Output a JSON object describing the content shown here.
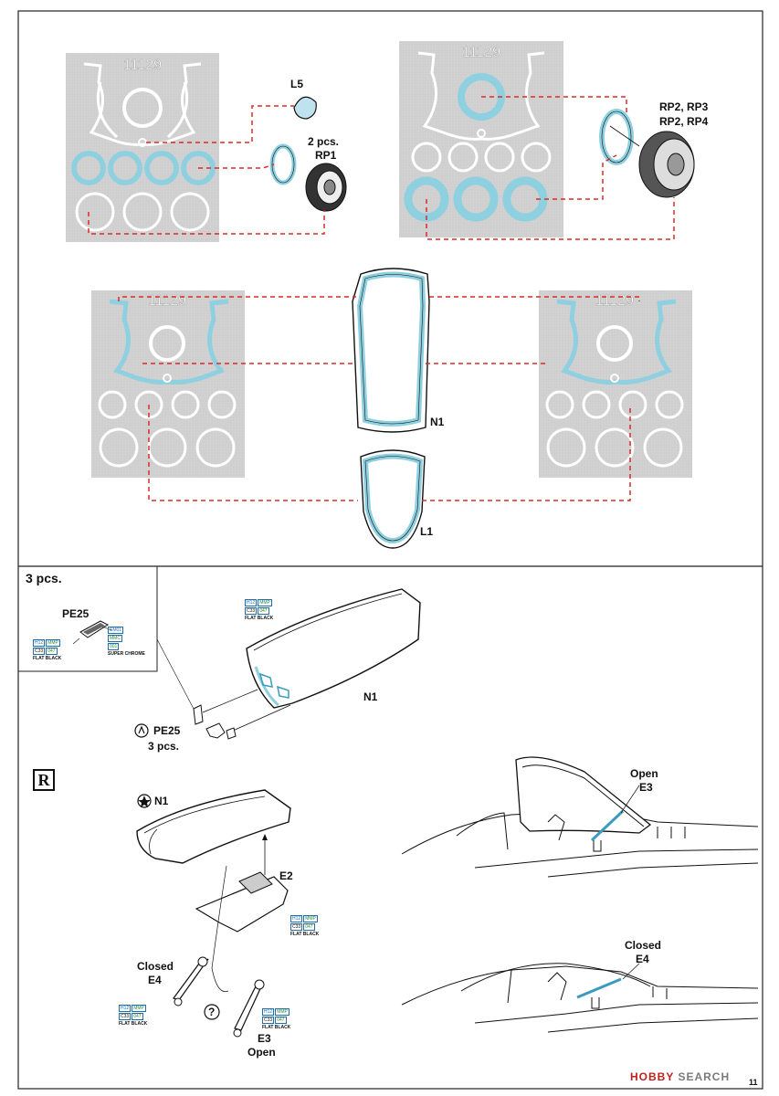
{
  "masks": {
    "sheet_number": "11129"
  },
  "labels": {
    "l5": "L5",
    "rp1_qty": "2 pcs.",
    "rp1": "RP1",
    "rp2_rp3": "RP2, RP3",
    "rp2_rp4": "RP2, RP4",
    "n1": "N1",
    "l1": "L1"
  },
  "pe_section": {
    "heading": "3 pcs.",
    "part_label": "PE25",
    "part_ref": "PE25",
    "part_ref_qty": "3 pcs.",
    "canopy_label": "N1"
  },
  "paints": {
    "pe25_frame": {
      "h": "H12",
      "mmp": "MMP",
      "c": "C33",
      "num": "047",
      "desc": "FLAT BLACK"
    },
    "pe25_chrome": {
      "a": "SM01",
      "b": "MMC",
      "c": "001",
      "desc": "SUPER CHROME"
    },
    "canopy_top": {
      "h": "H12",
      "mmp": "MMP",
      "c": "C33",
      "num": "047",
      "desc": "FLAT BLACK"
    },
    "e2": {
      "h": "H12",
      "mmp": "MMP",
      "c": "C33",
      "num": "047",
      "desc": "FLAT BLACK"
    },
    "e4": {
      "h": "H12",
      "mmp": "MMP",
      "c": "C33",
      "num": "047",
      "desc": "FLAT BLACK"
    },
    "e3": {
      "h": "H12",
      "mmp": "MMP",
      "c": "C33",
      "num": "047",
      "desc": "FLAT BLACK"
    }
  },
  "assembly": {
    "r_box": "R",
    "n1": "N1",
    "e2": "E2",
    "closed": "Closed",
    "e4": "E4",
    "open": "Open",
    "e3": "E3",
    "question": "?",
    "side_open": "Open",
    "side_e3": "E3",
    "side_closed": "Closed",
    "side_e4": "E4"
  },
  "footer": {
    "brand_a": "HOBBY",
    "brand_b": "SEARCH",
    "page": "11"
  },
  "colors": {
    "mask_bg": "#d2d2d2",
    "mask_blue": "#8fd0e0",
    "dash_red": "#d92b2b"
  }
}
